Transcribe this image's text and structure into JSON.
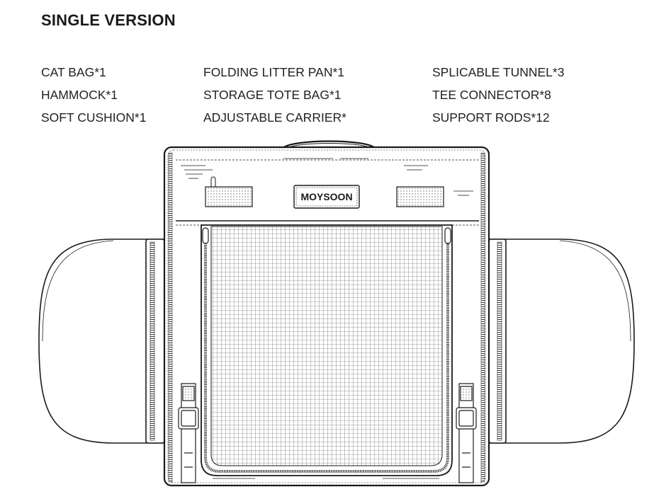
{
  "heading": "SINGLE VERSION",
  "items": {
    "col1": [
      "CAT BAG*1",
      "HAMMOCK*1",
      "SOFT CUSHION*1"
    ],
    "col2": [
      "FOLDING LITTER PAN*1",
      "STORAGE TOTE BAG*1",
      "ADJUSTABLE CARRIER*"
    ],
    "col3": [
      "SPLICABLE TUNNEL*3",
      "TEE CONNECTOR*8",
      "SUPPORT RODS*12"
    ]
  },
  "product": {
    "brand_label": "MOYSOON",
    "line_color": "#1a1a1a",
    "fill_color": "#ffffff"
  }
}
